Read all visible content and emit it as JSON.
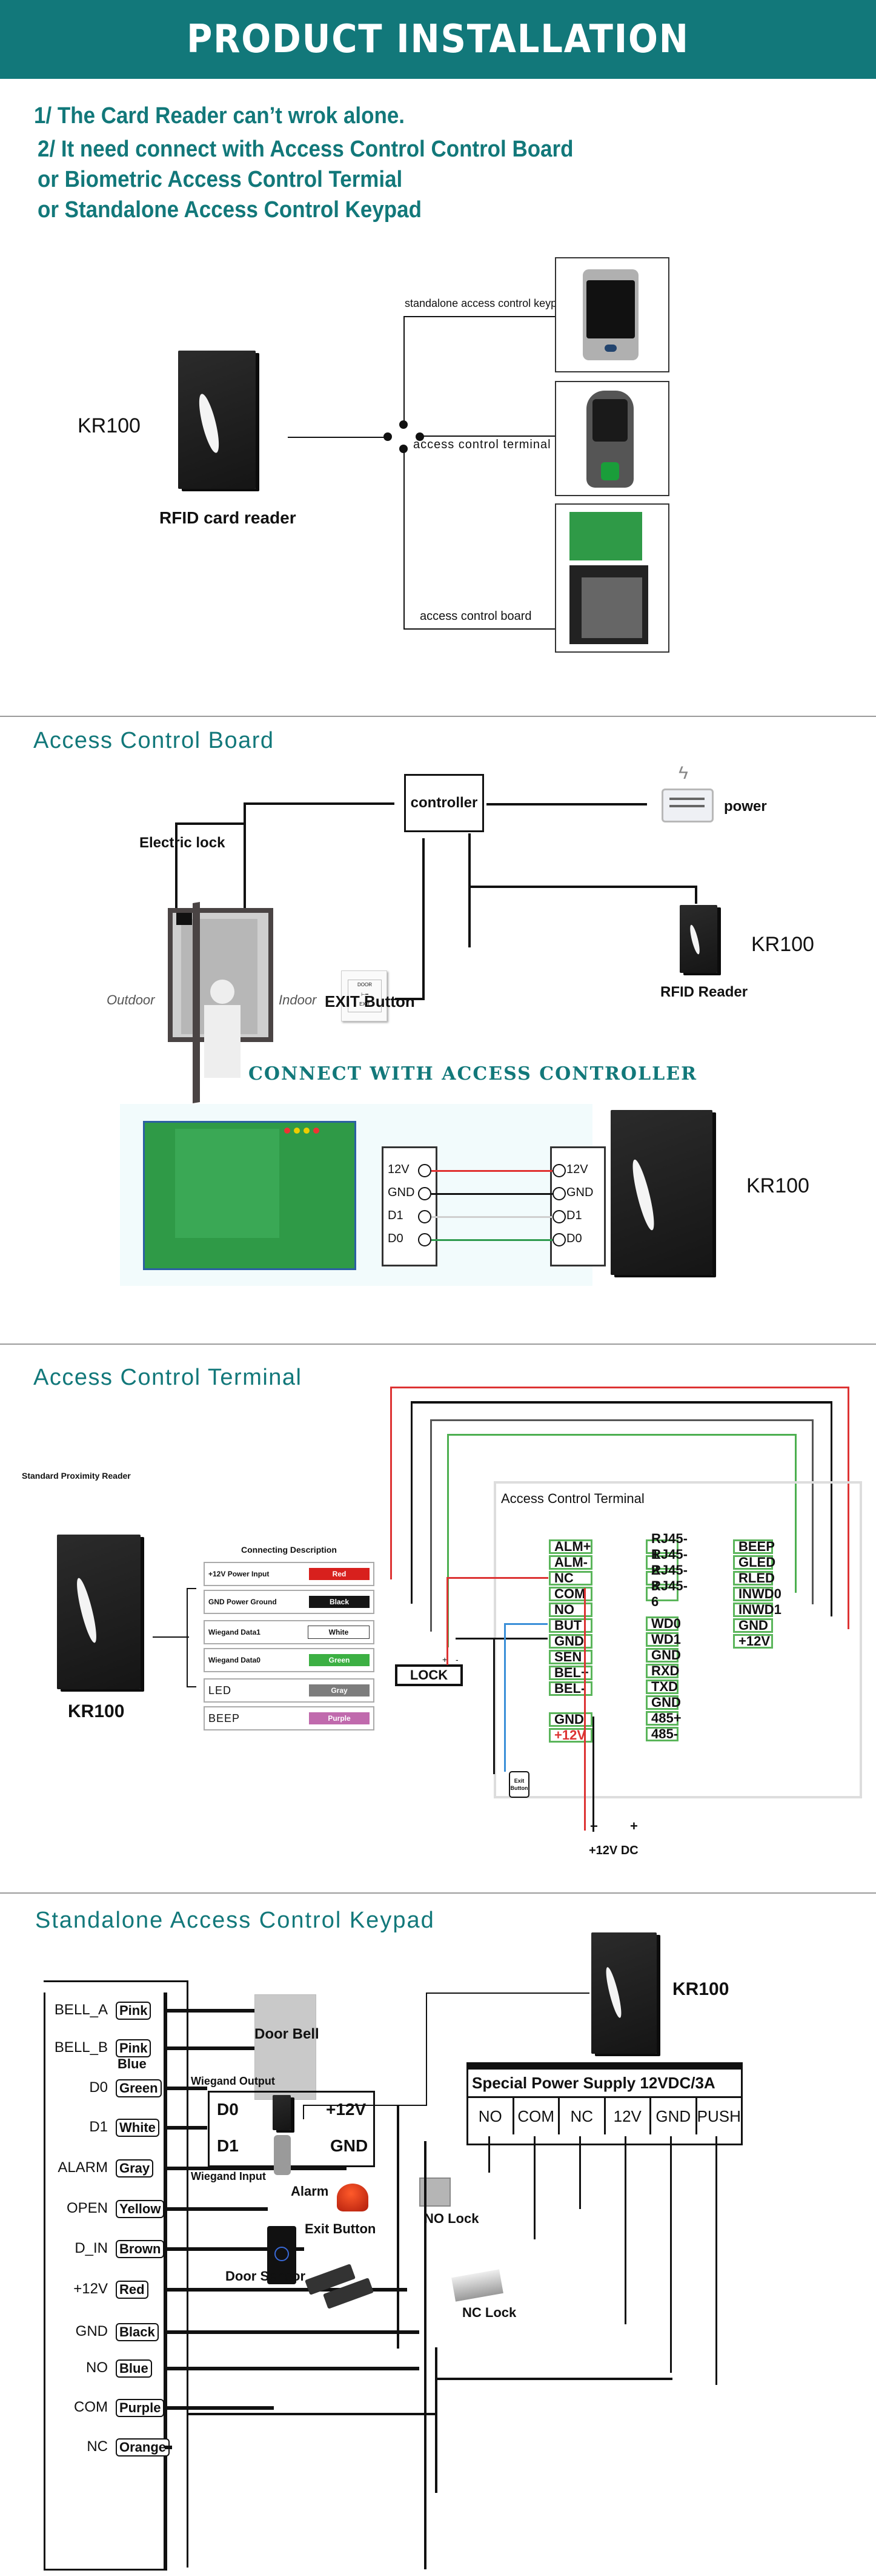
{
  "banner": {
    "title": "PRODUCT INSTALLATION"
  },
  "intro": {
    "lines": [
      "1/ The Card Reader can’t wrok alone.",
      "2/ It need connect with Access Control Control Board",
      "or Biometric Access Control Termial",
      "or Standalone Access Control Keypad"
    ]
  },
  "overview": {
    "reader_model": "KR100",
    "reader_caption": "RFID card reader",
    "branches": [
      {
        "label": "standalone access control keypad",
        "device": "keypad"
      },
      {
        "label": "access control terminal",
        "device": "terminal"
      },
      {
        "label": "access control board",
        "device": "board"
      }
    ]
  },
  "board_section": {
    "title": "Access Control Board",
    "controller_label": "controller",
    "power_label": "power",
    "lock_label": "Electric lock",
    "outdoor_label": "Outdoor",
    "indoor_label": "Indoor",
    "exit_label": "EXIT Button",
    "exit_plate_top": "DOOR",
    "exit_plate_bottom": "EXIT",
    "reader_model": "KR100",
    "reader_caption": "RFID Reader",
    "connect_title": "CONNECT WITH ACCESS CONTROLLER",
    "pins": [
      {
        "name": "12V",
        "color": "#e03131"
      },
      {
        "name": "GND",
        "color": "#111111"
      },
      {
        "name": "D1",
        "color": "#cfcfcf"
      },
      {
        "name": "D0",
        "color": "#2e9b4e"
      }
    ],
    "connect_reader_model": "KR100"
  },
  "terminal_section": {
    "title": "Access Control Terminal",
    "reader_heading": "Standard Proximity Reader",
    "reader_model": "KR100",
    "desc_title": "Connecting Description",
    "desc_rows": [
      {
        "label": "+12V Power Input",
        "color_name": "Red",
        "color": "#d8201d"
      },
      {
        "label": "GND Power Ground",
        "color_name": "Black",
        "color": "#151515"
      },
      {
        "label": "Wiegand Data1",
        "color_name": "White",
        "color": "#ffffff"
      },
      {
        "label": "Wiegand Data0",
        "color_name": "Green",
        "color": "#3cb043"
      },
      {
        "label": "LED",
        "color_name": "Gray",
        "color": "#7d7d7d"
      },
      {
        "label": "BEEP",
        "color_name": "Purple",
        "color": "#c06aad"
      }
    ],
    "panel_title": "Access Control Terminal",
    "col_a": [
      "ALM+",
      "ALM-",
      "NC",
      "COM",
      "NO",
      "BUT",
      "GND",
      "SEN",
      "BEL+",
      "BEL-"
    ],
    "col_power": [
      "GND",
      "+12V"
    ],
    "col_rj45": [
      "RJ45-1",
      "RJ45-2",
      "RJ45-3",
      "RJ45-6"
    ],
    "col_wd": [
      "WD0",
      "WD1",
      "GND",
      "RXD",
      "TXD",
      "GND",
      "485+",
      "485-"
    ],
    "col_c": [
      "BEEP",
      "GLED",
      "RLED",
      "INWD0",
      "INWD1",
      "GND",
      "+12V"
    ],
    "lock_label": "LOCK",
    "lock_plus": "+",
    "lock_minus": "-",
    "exit_label": "Exit Button",
    "dc_minus": "−",
    "dc_plus": "+",
    "dc_label": "+12V DC"
  },
  "keypad_section": {
    "title": "Standalone Access Control Keypad",
    "reader_model": "KR100",
    "pins": [
      {
        "name": "BELL_A",
        "color": "Pink"
      },
      {
        "name": "BELL_B",
        "color": "Pink",
        "color2": "Blue"
      },
      {
        "name": "D0",
        "color": "Green"
      },
      {
        "name": "D1",
        "color": "White"
      },
      {
        "name": "ALARM",
        "color": "Gray"
      },
      {
        "name": "OPEN",
        "color": "Yellow"
      },
      {
        "name": "D_IN",
        "color": "Brown"
      },
      {
        "name": "+12V",
        "color": "Red"
      },
      {
        "name": "GND",
        "color": "Black"
      },
      {
        "name": "NO",
        "color": "Blue"
      },
      {
        "name": "COM",
        "color": "Purple"
      },
      {
        "name": "NC",
        "color": "Orange"
      }
    ],
    "door_bell": "Door Bell",
    "wiegand_output": "Wiegand Output",
    "wiegand_input": "Wiegand Input",
    "wg_d0": "D0",
    "wg_d1": "D1",
    "wg_12v": "+12V",
    "wg_gnd": "GND",
    "alarm": "Alarm",
    "exit_button": "Exit Button",
    "door_sensor": "Door Sensor",
    "no_lock": "NO Lock",
    "nc_lock": "NC Lock",
    "psu_title": "Special Power Supply 12VDC/3A",
    "psu_terms": [
      "NO",
      "COM",
      "NC",
      "12V",
      "GND",
      "PUSH"
    ]
  }
}
